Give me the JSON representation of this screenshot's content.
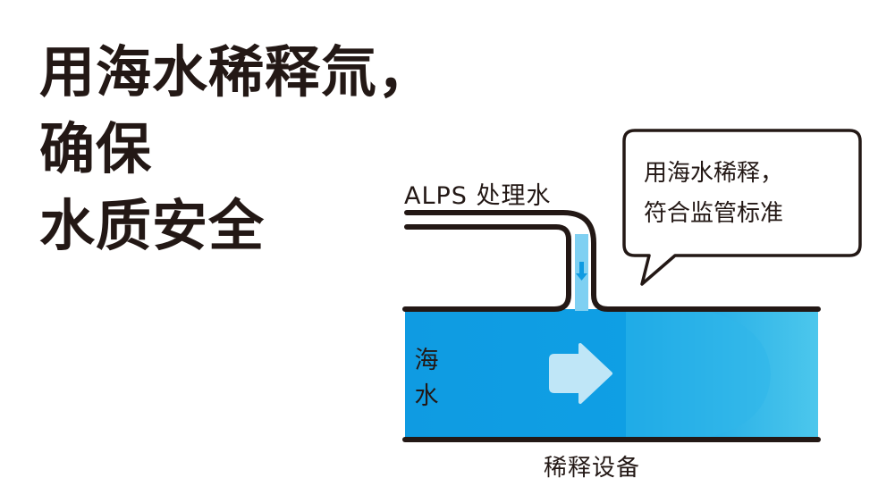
{
  "headline": {
    "line1": "用海水稀释氚，",
    "line2": "确保",
    "line3": "水质安全"
  },
  "diagram": {
    "alps_label": "ALPS 处理水",
    "seawater_label": [
      "海",
      "水"
    ],
    "device_label": "稀释设备",
    "bubble_text": [
      "用海水稀释，",
      "符合监管标准"
    ]
  },
  "colors": {
    "seawater_blue": "#0fa0e6",
    "seawater_light": "#4dc6ec",
    "arrow_fill": "#bfe6f7",
    "outline": "#231815"
  },
  "icons": [
    "flow-arrow-icon",
    "drip-arrow-icon"
  ]
}
